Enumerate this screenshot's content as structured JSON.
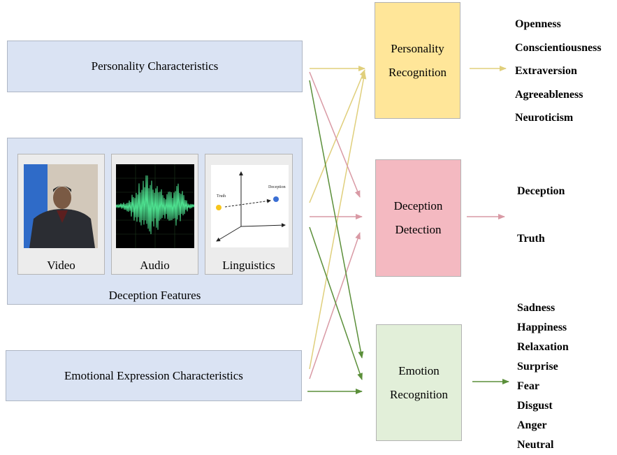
{
  "inputs": {
    "personality": "Personality Characteristics",
    "deception": "Deception Features",
    "emotional": "Emotional Expression Characteristics"
  },
  "tiles": {
    "video": "Video",
    "audio": "Audio",
    "linguistics": "Linguistics",
    "truth_label": "Truth",
    "deception_label": "Deception"
  },
  "modules": {
    "personality": [
      "Personality",
      "Recognition"
    ],
    "deception": [
      "Deception",
      "Detection"
    ],
    "emotion": [
      "Emotion",
      "Recognition"
    ]
  },
  "outputs": {
    "personality": [
      "Openness",
      "Conscientiousness",
      "Extraversion",
      "Agreeableness",
      "Neuroticism"
    ],
    "deception": [
      "Deception",
      "Truth"
    ],
    "emotion": [
      "Sadness",
      "Happiness",
      "Relaxation",
      "Surprise",
      "Fear",
      "Disgust",
      "Anger",
      "Neutral"
    ]
  },
  "colors": {
    "yellow_arrow": "#e0cf7c",
    "pink_arrow": "#d99aa5",
    "green_arrow": "#5b8f3a",
    "input_fill": "#dae3f3",
    "personality_fill": "#ffe699",
    "deception_fill": "#f4b9c1",
    "emotion_fill": "#e2efd9"
  }
}
